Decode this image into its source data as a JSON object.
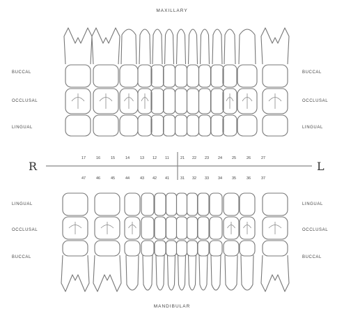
{
  "header": {
    "title": "MAXILLARY"
  },
  "footer": {
    "title": "MANDIBULAR"
  },
  "upper_labels": {
    "left": [
      "BUCCAL",
      "OCCLUSAL",
      "LINGUAL"
    ],
    "right": [
      "BUCCAL",
      "OCCLUSAL",
      "LINGUAL"
    ]
  },
  "lower_labels": {
    "left": [
      "LINGUAL",
      "OCCLUSAL",
      "BUCCAL"
    ],
    "right": [
      "LINGUAL",
      "OCCLUSAL",
      "BUCCAL"
    ]
  },
  "side_markers": {
    "left": "R",
    "right": "L"
  },
  "upper_numbers": [
    "17",
    "16",
    "15",
    "14",
    "13",
    "12",
    "11",
    "21",
    "22",
    "23",
    "24",
    "25",
    "26",
    "27"
  ],
  "lower_numbers": [
    "47",
    "46",
    "45",
    "44",
    "43",
    "42",
    "41",
    "31",
    "32",
    "33",
    "34",
    "35",
    "36",
    "37"
  ],
  "colors": {
    "outline": "#777777",
    "text": "#444444",
    "background": "#ffffff"
  }
}
